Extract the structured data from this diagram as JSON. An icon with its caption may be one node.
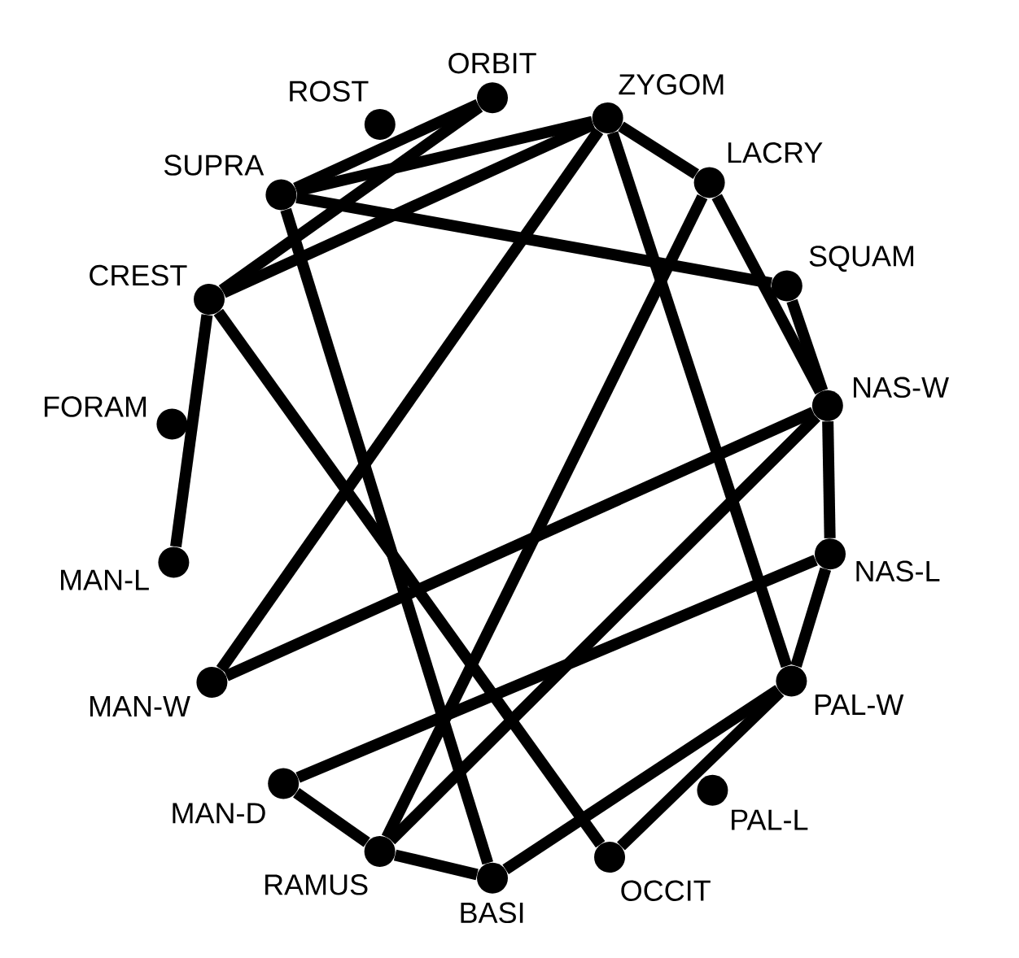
{
  "diagram": {
    "nodes": [
      {
        "text": [
          "ROST"
        ]
      },
      {
        "text": [
          "ORBIT"
        ]
      },
      {
        "text": [
          "ZYGOM"
        ]
      },
      {
        "text": [
          "LACRY"
        ]
      },
      {
        "text": [
          "SQUAM"
        ]
      },
      {
        "text": [
          "NAS-W"
        ]
      },
      {
        "text": [
          "NAS-L"
        ]
      },
      {
        "text": [
          "PAL-W"
        ]
      },
      {
        "text": [
          "PAL-L"
        ]
      },
      {
        "text": [
          "OCCIT"
        ]
      },
      {
        "text": [
          "BASI"
        ]
      },
      {
        "text": [
          "RAMUS"
        ]
      },
      {
        "text": [
          "MAN-D"
        ]
      },
      {
        "text": [
          "MAN-W"
        ]
      },
      {
        "text": [
          "MAN-L"
        ]
      },
      {
        "text": [
          "FORAM"
        ]
      },
      {
        "text": [
          "CREST"
        ]
      },
      {
        "text": [
          "SUPRA"
        ]
      }
    ],
    "edges": [
      {
        "from": 1,
        "to": 17,
        "arrow": "none"
      },
      {
        "from": 1,
        "to": 16,
        "arrow": "none"
      },
      {
        "from": 2,
        "to": 17,
        "arrow": "none"
      },
      {
        "from": 2,
        "to": 16,
        "arrow": "none"
      },
      {
        "from": 2,
        "to": 3,
        "arrow": "none"
      },
      {
        "from": 2,
        "to": 7,
        "arrow": "none"
      },
      {
        "from": 2,
        "to": 13,
        "arrow": "none"
      },
      {
        "from": 3,
        "to": 5,
        "arrow": "none"
      },
      {
        "from": 3,
        "to": 11,
        "arrow": "none"
      },
      {
        "from": 17,
        "to": 4,
        "arrow": "none"
      },
      {
        "from": 4,
        "to": 5,
        "arrow": "none"
      },
      {
        "from": 5,
        "to": 6,
        "arrow": "none"
      },
      {
        "from": 5,
        "to": 13,
        "arrow": "none"
      },
      {
        "from": 5,
        "to": 11,
        "arrow": "none"
      },
      {
        "from": 6,
        "to": 7,
        "arrow": "none"
      },
      {
        "from": 6,
        "to": 12,
        "arrow": "none"
      },
      {
        "from": 7,
        "to": 10,
        "arrow": "none"
      },
      {
        "from": 7,
        "to": 9,
        "arrow": "none"
      },
      {
        "from": 16,
        "to": 14,
        "arrow": "none"
      },
      {
        "from": 16,
        "to": 9,
        "arrow": "none"
      },
      {
        "from": 17,
        "to": 10,
        "arrow": "none"
      },
      {
        "from": 12,
        "to": 11,
        "arrow": "none"
      },
      {
        "from": 11,
        "to": 10,
        "arrow": "none"
      }
    ]
  }
}
